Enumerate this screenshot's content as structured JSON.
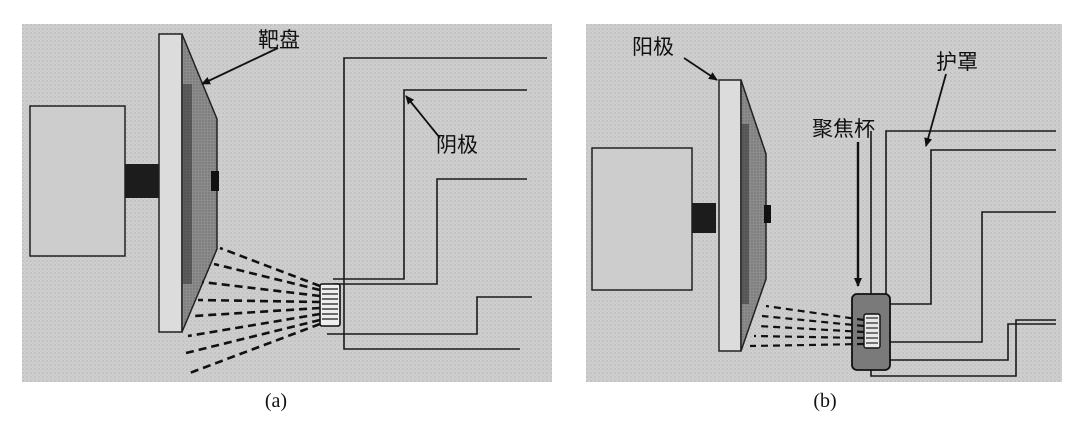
{
  "diagrams": {
    "a": {
      "caption": "(a)",
      "labels": {
        "target_disk": "靶盘",
        "cathode": "阴极"
      }
    },
    "b": {
      "caption": "(b)",
      "labels": {
        "anode": "阳极",
        "shield": "护罩",
        "focus_cup": "聚焦杯"
      }
    }
  }
}
